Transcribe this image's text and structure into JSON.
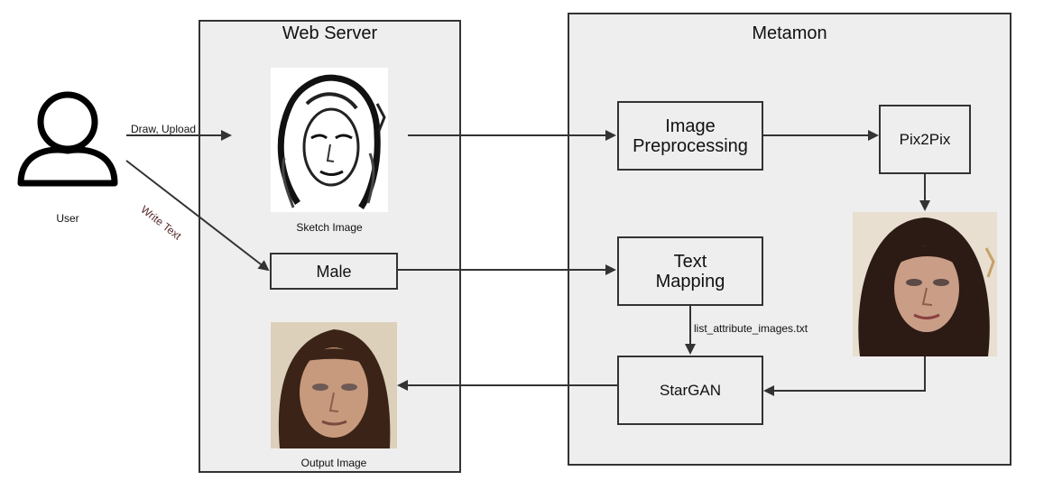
{
  "user": {
    "label": "User"
  },
  "edges": {
    "draw_upload": "Draw, Upload",
    "write_text": "Write Text",
    "list_file": "list_attribute_images.txt"
  },
  "web_server": {
    "title": "Web Server",
    "sketch_caption": "Sketch Image",
    "text_input_value": "Male",
    "output_caption": "Output Image"
  },
  "metamon": {
    "title": "Metamon",
    "image_preprocessing": "Image\nPreprocessing",
    "pix2pix": "Pix2Pix",
    "text_mapping": "Text\nMapping",
    "stargan": "StarGAN"
  },
  "colors": {
    "panel": "#eeeeee",
    "stroke": "#333333",
    "edge_label": "#5a2a2a"
  }
}
